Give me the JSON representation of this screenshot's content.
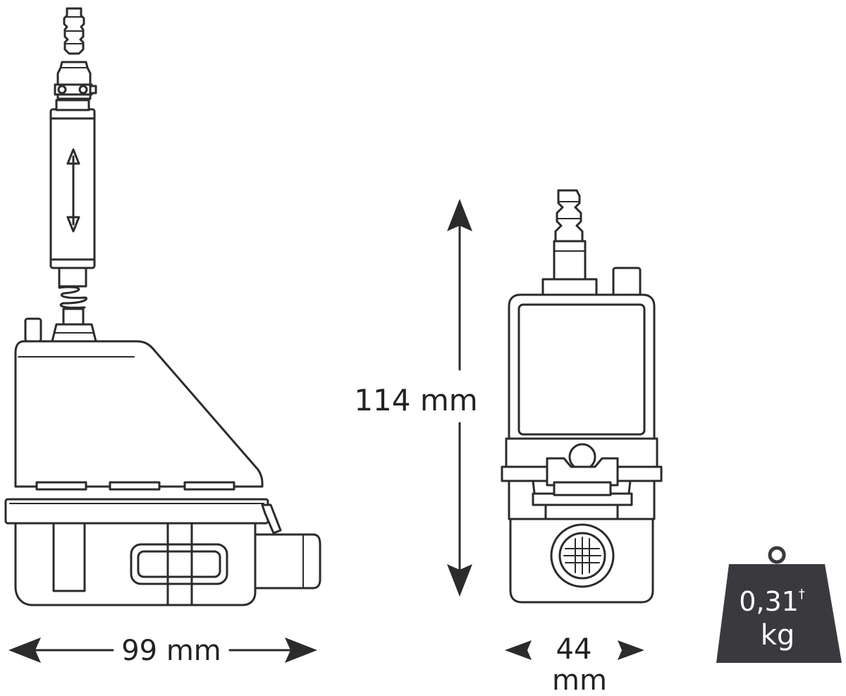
{
  "dimensions": {
    "width_side": "99 mm",
    "height": "114 mm",
    "depth_value": "44",
    "depth_unit": "mm"
  },
  "weight": {
    "value": "0,31",
    "mark": "†",
    "unit": "kg"
  },
  "colors": {
    "line": "#2b2b2b",
    "weight_fill": "#3a3a3e",
    "background": "#ffffff"
  },
  "icons": [
    "double-arrow-icon",
    "weight-icon"
  ]
}
